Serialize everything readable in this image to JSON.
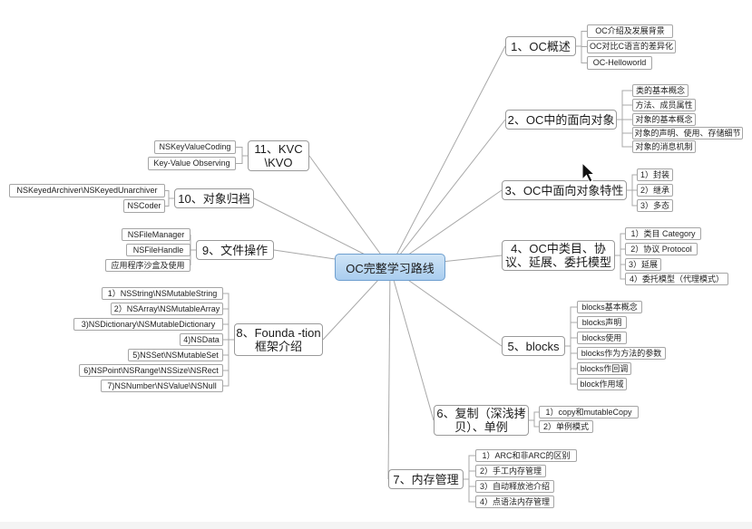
{
  "root": "OC完整学习路线",
  "branches": {
    "b1": {
      "label": "1、OC概述",
      "children": [
        "OC介绍及发展背景",
        "OC对比C语言的差异化",
        "OC-Helloworld"
      ]
    },
    "b2": {
      "label": "2、OC中的面向对象",
      "children": [
        "类的基本概念",
        "方法、成员属性",
        "对象的基本概念",
        "对象的声明、使用、存储细节",
        "对象的消息机制"
      ]
    },
    "b3": {
      "label": "3、OC中面向对象特性",
      "children": [
        "1）封装",
        "2）继承",
        "3）多态"
      ]
    },
    "b4": {
      "label": "4、OC中类目、协议、延展、委托模型",
      "children": [
        "1）类目 Category",
        "2）协议 Protocol",
        "3）延展",
        "4）委托模型（代理模式）"
      ]
    },
    "b5": {
      "label": "5、blocks",
      "children": [
        "blocks基本概念",
        "blocks声明",
        "blocks使用",
        "blocks作为方法的参数",
        "blocks作回调",
        "block作用域"
      ]
    },
    "b6": {
      "label": "6、复制（深浅拷贝）、单例",
      "children": [
        "1）copy和mutableCopy",
        "2）单例模式"
      ]
    },
    "b7": {
      "label": "7、内存管理",
      "children": [
        "1）ARC和非ARC的区别",
        "2）手工内存管理",
        "3）自动释放池介绍",
        "4）点语法内存管理"
      ]
    },
    "b8": {
      "label": "8、Founda -tion框架介绍",
      "children": [
        "1）NSString\\NSMutableString",
        "2）NSArray\\NSMutableArray",
        "3)NSDictionary\\NSMutableDictionary",
        "4)NSData",
        "5)NSSet\\NSMutableSet",
        "6)NSPoint\\NSRange\\NSSize\\NSRect",
        "7)NSNumber\\NSValue\\NSNull"
      ]
    },
    "b9": {
      "label": "9、文件操作",
      "children": [
        "NSFileManager",
        "NSFileHandle",
        "应用程序沙盒及使用"
      ]
    },
    "b10": {
      "label": "10、对象归档",
      "children": [
        "NSKeyedArchiver\\NSKeyedUnarchiver",
        "NSCoder"
      ]
    },
    "b11": {
      "label": "11、KVC \\KVO",
      "children": [
        "NSKeyValueCoding",
        "Key-Value Observing"
      ]
    }
  },
  "colors": {
    "root_fill": "#b8d7f2",
    "root_border": "#6e9fcf",
    "line": "#a8a8a8",
    "box_border": "#9a9a9a"
  },
  "icons": [
    "mouse-cursor-icon"
  ]
}
